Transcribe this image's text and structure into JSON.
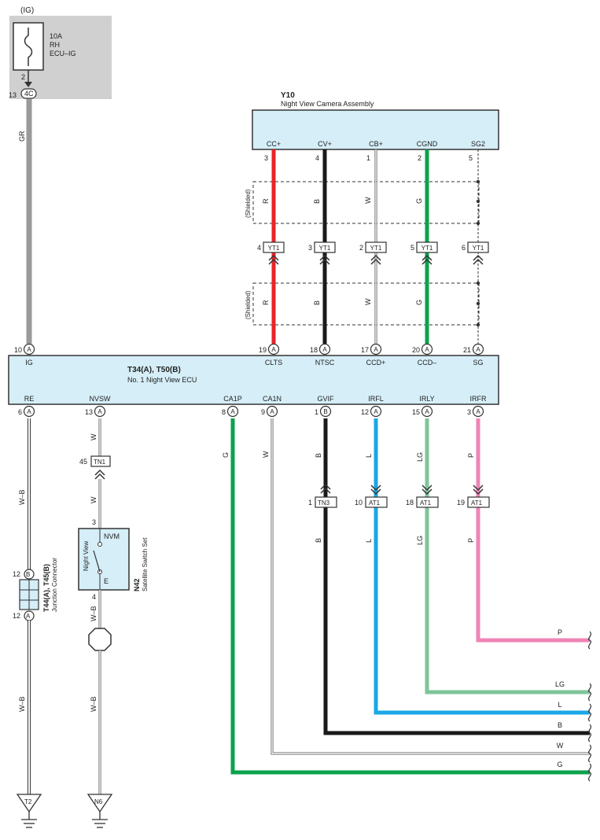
{
  "power": {
    "source": "(IG)",
    "fuse_amp": "10A",
    "fuse_side": "RH",
    "fuse_name": "ECU–IG",
    "fuse_pin": "2",
    "junction_pin": "13",
    "junction_label": "4C",
    "wire_color_code": "GR"
  },
  "camera": {
    "id": "Y10",
    "name": "Night View Camera Assembly",
    "pins": [
      {
        "name": "CC+",
        "pin": "3",
        "wire": "R",
        "yt_pin": "4"
      },
      {
        "name": "CV+",
        "pin": "4",
        "wire": "B",
        "yt_pin": "3"
      },
      {
        "name": "CB+",
        "pin": "1",
        "wire": "W",
        "yt_pin": "2"
      },
      {
        "name": "CGND",
        "pin": "2",
        "wire": "G",
        "yt_pin": "5"
      },
      {
        "name": "SG2",
        "pin": "5",
        "wire": "",
        "yt_pin": "6"
      }
    ],
    "connector_label": "YT1",
    "shielded_label": "(Shielded)"
  },
  "ecu": {
    "id": "T34(A), T50(B)",
    "name": "No. 1 Night View ECU",
    "top_pins": [
      {
        "name": "IG",
        "pin": "10",
        "conn": "A"
      },
      {
        "name": "CLTS",
        "pin": "19",
        "conn": "A"
      },
      {
        "name": "NTSC",
        "pin": "18",
        "conn": "A"
      },
      {
        "name": "CCD+",
        "pin": "17",
        "conn": "A"
      },
      {
        "name": "CCD–",
        "pin": "20",
        "conn": "A"
      },
      {
        "name": "SG",
        "pin": "21",
        "conn": "A"
      }
    ],
    "bottom_pins": [
      {
        "name": "RE",
        "pin": "6",
        "conn": "A"
      },
      {
        "name": "NVSW",
        "pin": "13",
        "conn": "A"
      },
      {
        "name": "CA1P",
        "pin": "8",
        "conn": "A"
      },
      {
        "name": "CA1N",
        "pin": "9",
        "conn": "A"
      },
      {
        "name": "GVIF",
        "pin": "1",
        "conn": "B"
      },
      {
        "name": "IRFL",
        "pin": "12",
        "conn": "A"
      },
      {
        "name": "IRLY",
        "pin": "15",
        "conn": "A"
      },
      {
        "name": "IRFR",
        "pin": "3",
        "conn": "A"
      }
    ]
  },
  "junction": {
    "id": "T44(A), T45(B)",
    "name": "Junction Connector",
    "pin_top": "12",
    "conn_top": "B",
    "pin_bottom": "12",
    "conn_bottom": "A",
    "wire_top": "W–B",
    "wire_bottom": "W–B",
    "ground": "T2"
  },
  "switch": {
    "id": "N42",
    "name": "Satellite Switch Set",
    "inner_title": "Night View",
    "nvm": "NVM",
    "e": "E",
    "pin_in": "3",
    "pin_out": "4",
    "connector": "TN1",
    "connector_pin": "45",
    "wire_1": "W",
    "wire_2": "W",
    "wire_3": "W–B",
    "wire_4": "W–B",
    "ground": "N6"
  },
  "lower_connectors": {
    "tn3": {
      "label": "TN3",
      "pin": "1"
    },
    "at1_a": {
      "label": "AT1",
      "pin": "10"
    },
    "at1_b": {
      "label": "AT1",
      "pin": "18"
    },
    "at1_c": {
      "label": "AT1",
      "pin": "19"
    }
  },
  "lower_wires": {
    "ca1p_code": "G",
    "ca1n_code": "W",
    "gvif_code": "B",
    "irfl_code": "L",
    "irly_code": "LG",
    "irfr_code": "P"
  },
  "right_edge_labels": [
    "P",
    "LG",
    "L",
    "B",
    "W",
    "G"
  ],
  "colors": {
    "panel": "#d5eef8",
    "gray_wire": "#9a9a9a",
    "red": "#e8242a",
    "black": "#1a1a1a",
    "green": "#0aa24b",
    "blue": "#1aa7e6",
    "light_green": "#7fc49a",
    "pink": "#ef84b6",
    "fuse_bg": "#d0d0d0"
  }
}
